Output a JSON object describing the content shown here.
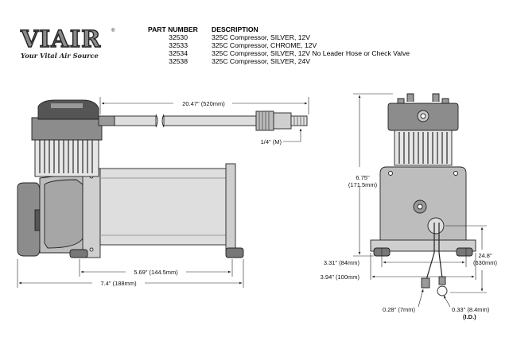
{
  "logo": {
    "word": "VIAIR",
    "registered": "®",
    "tagline": "Your Vital Air Source"
  },
  "parts_table": {
    "header_part": "PART NUMBER",
    "header_desc": "DESCRIPTION",
    "rows": [
      {
        "part": "32530",
        "desc": "325C Compressor, SILVER, 12V"
      },
      {
        "part": "32533",
        "desc": "325C Compressor, CHROME, 12V"
      },
      {
        "part": "32534",
        "desc": "325C Compressor, SILVER, 12V No Leader Hose or Check Valve"
      },
      {
        "part": "32538",
        "desc": "325C Compressor, SILVER, 24V"
      }
    ]
  },
  "dimensions": {
    "hose_length": "20.47\" (520mm)",
    "fitting": "1/4\" (M)",
    "mount_spacing": "5.69\" (144.5mm)",
    "overall_length": "7.4\" (188mm)",
    "height": "6.75\"",
    "height_mm": "(171.5mm)",
    "width_inner": "3.31\" (84mm)",
    "width_outer": "3.94\" (100mm)",
    "lead_length": "24.8\"",
    "lead_length_mm": "(630mm)",
    "terminal": "0.28\" (7mm)",
    "ring": "0.33\" (8.4mm)",
    "ring_id": "(I.D.)"
  },
  "colors": {
    "line": "#222222",
    "fill_dark": "#8c8c8c",
    "fill_mid": "#bdbdbd",
    "fill_light": "#dedede"
  }
}
